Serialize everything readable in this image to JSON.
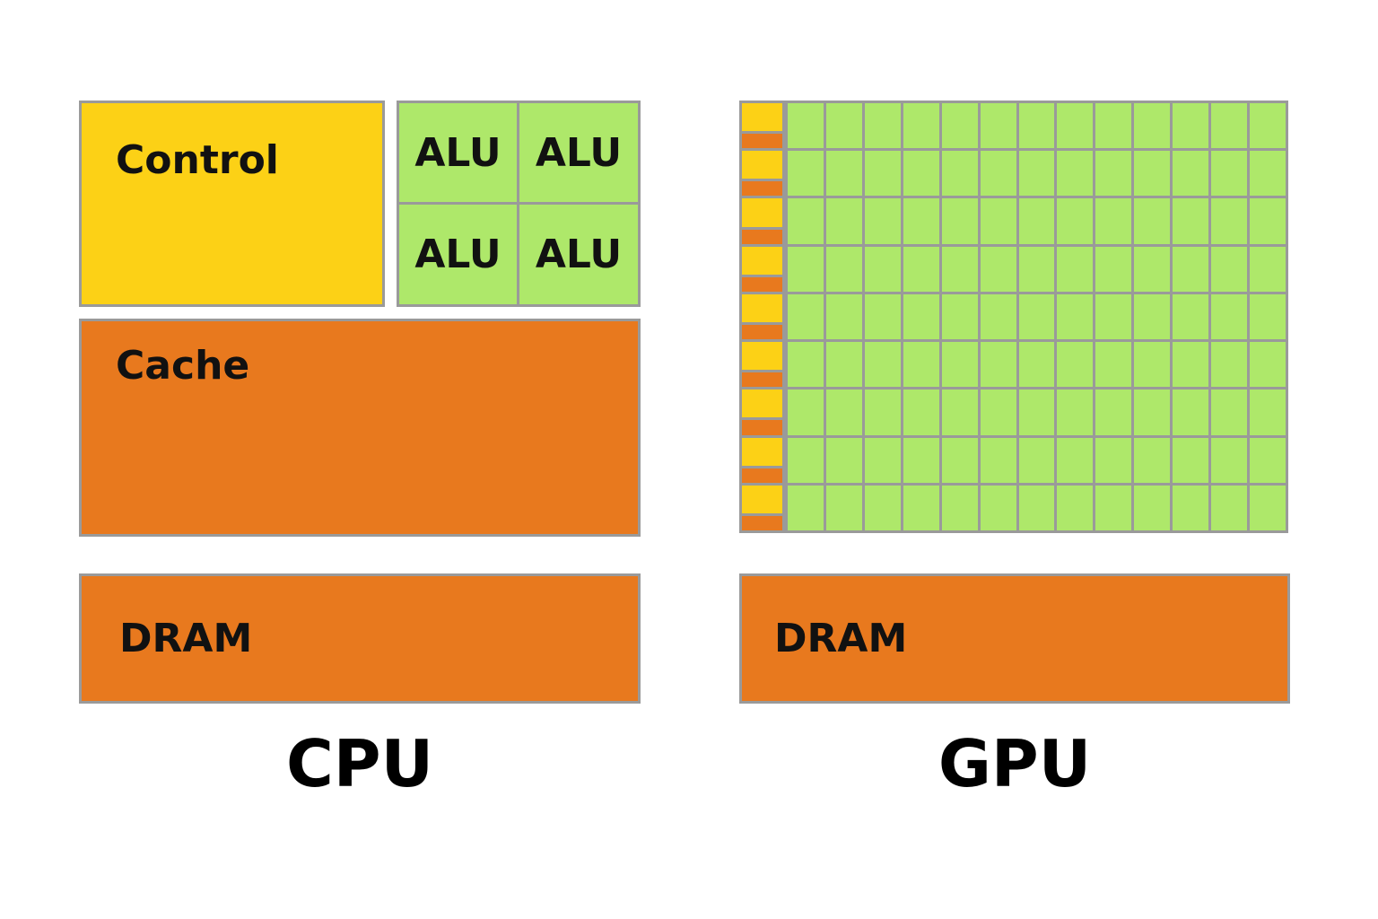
{
  "colors": {
    "control": "#fcd116",
    "cache": "#e8791e",
    "alu": "#aee86a",
    "dram": "#e8791e",
    "border": "#9a9a9a"
  },
  "cpu": {
    "caption": "CPU",
    "control_label": "Control",
    "cache_label": "Cache",
    "dram_label": "DRAM",
    "alus": [
      "ALU",
      "ALU",
      "ALU",
      "ALU"
    ]
  },
  "gpu": {
    "caption": "GPU",
    "dram_label": "DRAM",
    "grid_rows": 9,
    "grid_alu_columns": 13
  }
}
